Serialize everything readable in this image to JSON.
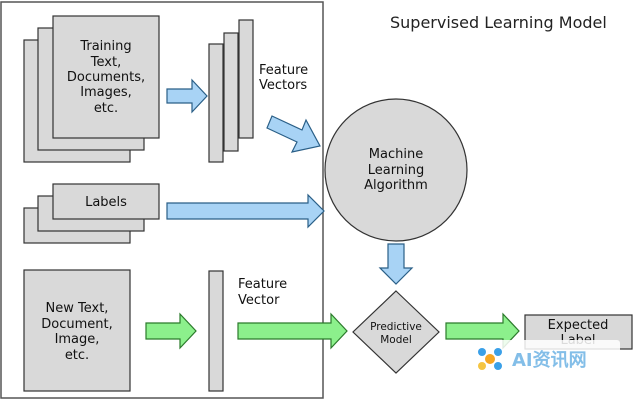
{
  "title": "Supervised Learning Model",
  "training_box": {
    "lines": [
      "Training",
      "Text,",
      "Documents,",
      "Images,",
      "etc."
    ]
  },
  "feature_vectors_label": {
    "lines": [
      "Feature",
      "Vectors"
    ]
  },
  "labels_box": {
    "text": "Labels"
  },
  "ml_algorithm": {
    "lines": [
      "Machine",
      "Learning",
      "Algorithm"
    ]
  },
  "new_text_box": {
    "lines": [
      "New Text,",
      "Document,",
      "Image,",
      "etc."
    ]
  },
  "feature_vector_label": {
    "lines": [
      "Feature",
      "Vector"
    ]
  },
  "predictive_model": {
    "lines": [
      "Predictive",
      "Model"
    ]
  },
  "expected_label": {
    "lines": [
      "Expected",
      "Label"
    ]
  },
  "watermark": {
    "text": "AI资讯网"
  },
  "colors": {
    "box_fill": "#d9d9d9",
    "box_stroke": "#333333",
    "blue_arrow": "#a8d3f5",
    "blue_arrow_stroke": "#2a5f87",
    "green_arrow": "#8cf08c",
    "green_arrow_stroke": "#2b7a2b",
    "circle_fill": "#d9d9d9"
  }
}
